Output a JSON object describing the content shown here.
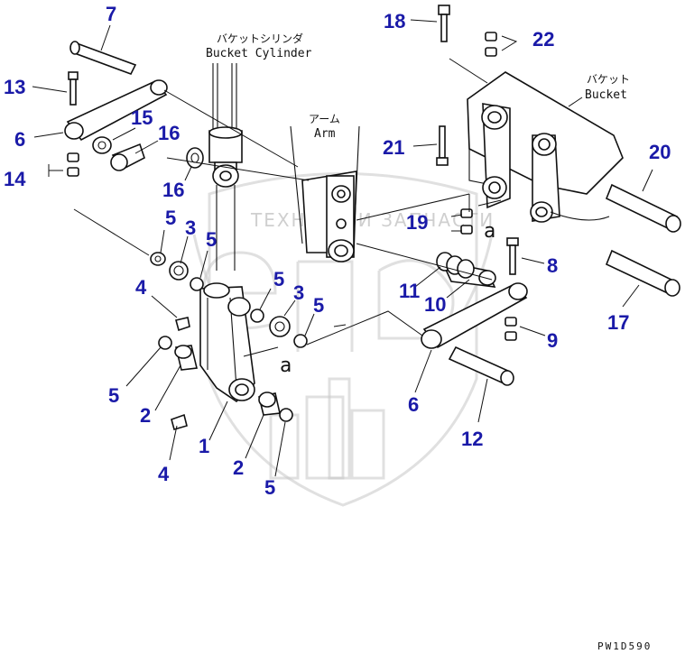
{
  "labels": {
    "bucket_cylinder_jp": "バケットシリンダ",
    "bucket_cylinder_en": "Bucket Cylinder",
    "arm_jp": "アーム",
    "arm_en": "Arm",
    "bucket_jp": "バケット",
    "bucket_en": "Bucket",
    "ref_a_1": "a",
    "ref_a_2": "a",
    "drawing_code": "PW1D590"
  },
  "watermark": {
    "text": "ТЕХНИКА И ЗАПЧАСТИ"
  },
  "parts": [
    {
      "num": "7"
    },
    {
      "num": "13"
    },
    {
      "num": "6"
    },
    {
      "num": "15"
    },
    {
      "num": "16"
    },
    {
      "num": "14"
    },
    {
      "num": "16"
    },
    {
      "num": "5"
    },
    {
      "num": "3"
    },
    {
      "num": "5"
    },
    {
      "num": "4"
    },
    {
      "num": "5"
    },
    {
      "num": "3"
    },
    {
      "num": "5"
    },
    {
      "num": "5"
    },
    {
      "num": "2"
    },
    {
      "num": "1"
    },
    {
      "num": "4"
    },
    {
      "num": "2"
    },
    {
      "num": "5"
    },
    {
      "num": "18"
    },
    {
      "num": "22"
    },
    {
      "num": "21"
    },
    {
      "num": "19"
    },
    {
      "num": "20"
    },
    {
      "num": "8"
    },
    {
      "num": "11"
    },
    {
      "num": "10"
    },
    {
      "num": "9"
    },
    {
      "num": "6"
    },
    {
      "num": "17"
    },
    {
      "num": "12"
    }
  ]
}
